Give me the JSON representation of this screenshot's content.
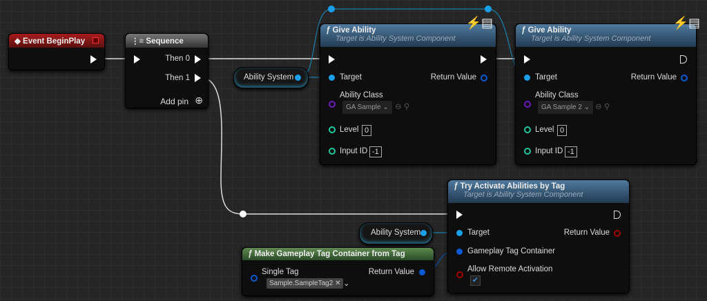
{
  "event_node": {
    "title": "Event BeginPlay"
  },
  "sequence_node": {
    "title": "Sequence",
    "then0": "Then 0",
    "then1": "Then 1",
    "add_pin": "Add pin"
  },
  "var_nodes": [
    {
      "label": "Ability System"
    },
    {
      "label": "Ability System"
    }
  ],
  "give_ability_nodes": [
    {
      "title": "Give Ability",
      "subtitle": "Target is Ability System Component",
      "target": "Target",
      "return_value": "Return Value",
      "ability_class_label": "Ability Class",
      "ability_class": "GA Sample",
      "level_label": "Level",
      "level": "0",
      "input_id_label": "Input ID",
      "input_id": "-1"
    },
    {
      "title": "Give Ability",
      "subtitle": "Target is Ability System Component",
      "target": "Target",
      "return_value": "Return Value",
      "ability_class_label": "Ability Class",
      "ability_class": "GA Sample 2",
      "level_label": "Level",
      "level": "0",
      "input_id_label": "Input ID",
      "input_id": "-1"
    }
  ],
  "try_activate_node": {
    "title": "Try Activate Abilities by Tag",
    "subtitle": "Target is Ability System Component",
    "target": "Target",
    "return_value": "Return Value",
    "tag_container": "Gameplay Tag Container",
    "allow_remote": "Allow Remote Activation",
    "allow_remote_checked": true
  },
  "make_tag_node": {
    "title": "Make Gameplay Tag Container from Tag",
    "single_tag": "Single Tag",
    "return_value": "Return Value",
    "tag_value": "Sample.SampleTag2"
  },
  "colors": {
    "exec": "#ffffff",
    "object": "#1aa0e8",
    "class": "#6a1ab8",
    "int": "#1fc9a0",
    "bool": "#a00000",
    "struct": "#0a5ad6"
  }
}
